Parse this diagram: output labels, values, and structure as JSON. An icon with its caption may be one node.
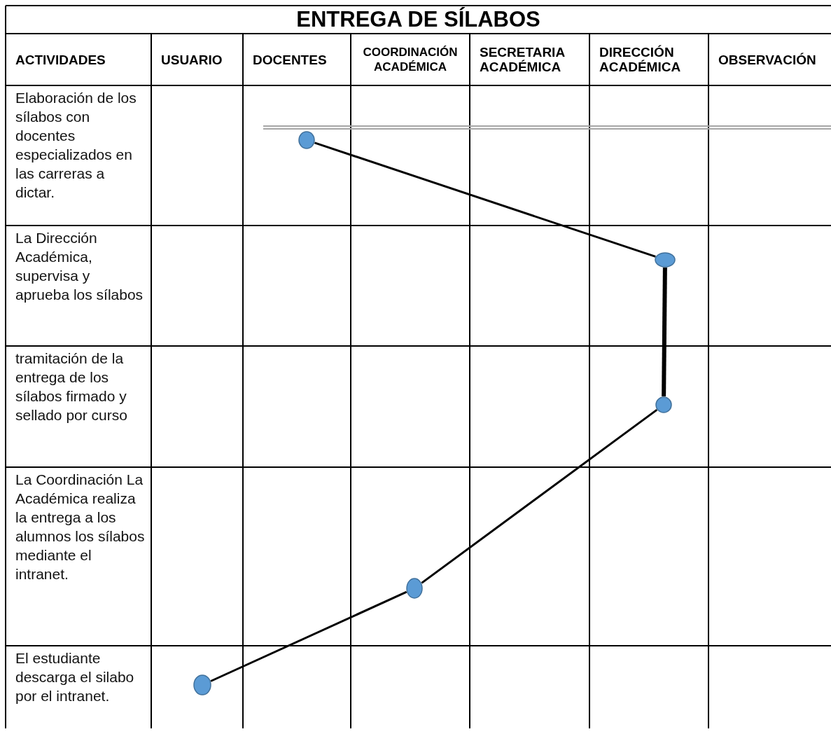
{
  "diagram": {
    "title": "ENTREGA DE SÍLABOS",
    "nodes": [
      {
        "text": [],
        "shape": "circle"
      },
      {
        "text": [],
        "shape": "circle"
      },
      {
        "text": [],
        "shape": "circle"
      },
      {
        "text": [],
        "shape": "circle"
      },
      {
        "text": [],
        "shape": "circle"
      }
    ],
    "edges": [
      {
        "from": 0,
        "to": 1,
        "arrow": "none"
      },
      {
        "from": 1,
        "to": 2,
        "arrow": "none",
        "style": "thick"
      },
      {
        "from": 2,
        "to": 3,
        "arrow": "none"
      },
      {
        "from": 3,
        "to": 4,
        "arrow": "none"
      }
    ],
    "labels": [
      "ACTIVIDADES",
      "USUARIO",
      "DOCENTES",
      "COORDINACIÓN ACADÉMICA",
      "SECRETARIA ACADÉMICA",
      "DIRECCIÓN ACADÉMICA",
      "OBSERVACIÓN",
      "Elaboración de los sílabos con docentes especializados en las carreras a dictar.",
      "La Dirección Académica, supervisa y aprueba los sílabos",
      "tramitación de la entrega de los sílabos firmado y sellado por curso",
      "La Coordinación La Académica realiza la entrega a los alumnos los sílabos mediante el intranet.",
      "El estudiante descarga el silabo por el intranet."
    ]
  }
}
